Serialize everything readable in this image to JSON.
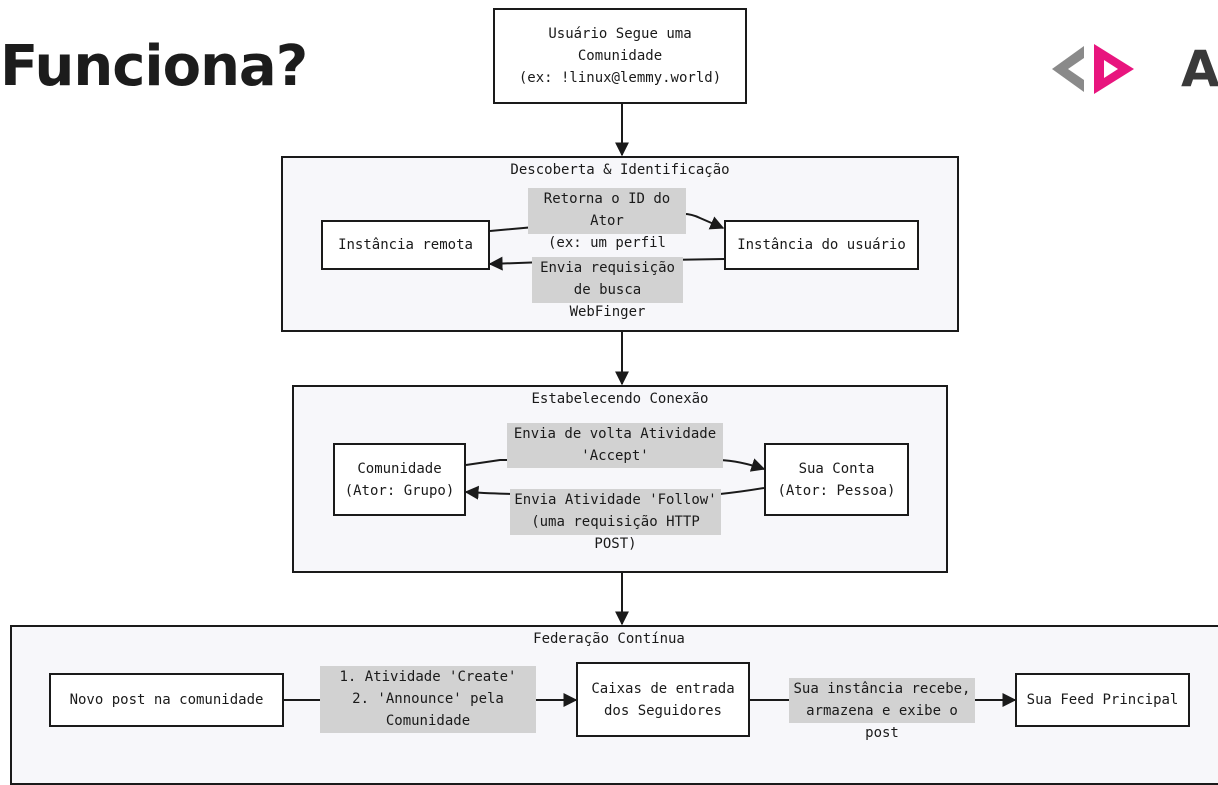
{
  "heading": "Funciona?",
  "logo": {
    "letter": "A",
    "colors": {
      "gray": "#8a8a8a",
      "pink": "#e8157e"
    }
  },
  "top_node": "Usuário Segue uma\nComunidade\n(ex: !linux@lemmy.world)",
  "groups": {
    "discovery": {
      "title": "Descoberta & Identificação",
      "remote_instance": "Instância remota",
      "user_instance": "Instância do usuário",
      "return_label": "Retorna o ID do Ator\n(ex: um perfil JSON)",
      "request_label": "Envia requisição\nde busca WebFinger"
    },
    "connection": {
      "title": "Estabelecendo Conexão",
      "community": "Comunidade\n(Ator: Grupo)",
      "account": "Sua Conta\n(Ator: Pessoa)",
      "accept_label": "Envia de volta Atividade\n'Accept'",
      "follow_label": "Envia Atividade 'Follow'\n(uma requisição HTTP POST)"
    },
    "federation": {
      "title": "Federação Contínua",
      "new_post": "Novo post na comunidade",
      "inboxes": "Caixas de entrada\ndos Seguidores",
      "feed": "Sua Feed Principal",
      "create_label": "1. Atividade 'Create'\n2. 'Announce' pela\nComunidade",
      "receive_label": "Sua instância recebe,\narmazena e exibe o post"
    }
  }
}
